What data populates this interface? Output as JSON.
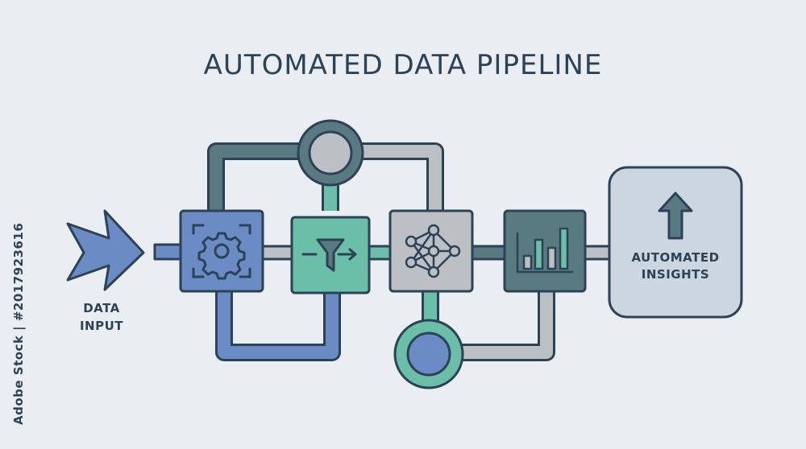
{
  "title": "AUTOMATED DATA PIPELINE",
  "input_label": [
    "DATA",
    "INPUT"
  ],
  "output_label": [
    "AUTOMATED",
    "INSIGHTS"
  ],
  "watermark": "Adobe Stock | #2017923616",
  "icons": {
    "input": "chevron-arrow-icon",
    "step1": "gear-icon",
    "step2": "filter-funnel-icon",
    "step3": "neural-network-icon",
    "step4": "bar-chart-icon",
    "output": "arrow-up-icon",
    "node_top": "circle-node-icon",
    "node_bottom": "circle-node-icon"
  },
  "colors": {
    "background": "#eaeef2",
    "outline": "#2c4257",
    "blue": "#6a8bc3",
    "teal": "#6bbfa8",
    "grey": "#bcc0c4",
    "slate": "#5a7a82",
    "pale": "#cbd6e0"
  }
}
